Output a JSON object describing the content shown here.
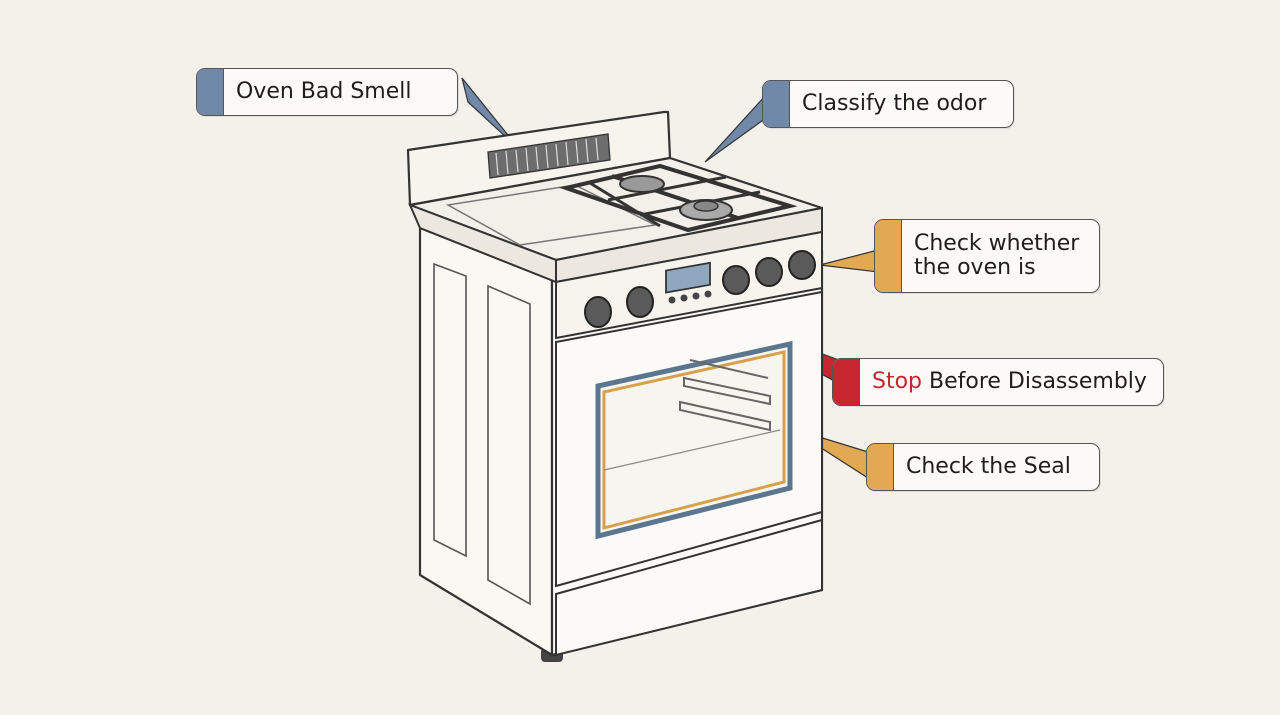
{
  "colors": {
    "blue_tab": "#7189a8",
    "orange_tab": "#e2a852",
    "red_tab": "#c8262e",
    "seal_orange": "#d9a04c",
    "seal_blue": "#5d7690"
  },
  "callouts": {
    "title": "Oven Bad Smell",
    "classify": "Classify the odor",
    "check_whether": "Check whether the oven is",
    "stop_word": "Stop",
    "stop_rest": " Before Disassembly",
    "seal": "Check the Seal"
  },
  "icons": [
    "stove-illustration",
    "burner-icon",
    "knob-icon",
    "display-panel",
    "oven-window",
    "vent-icon"
  ]
}
